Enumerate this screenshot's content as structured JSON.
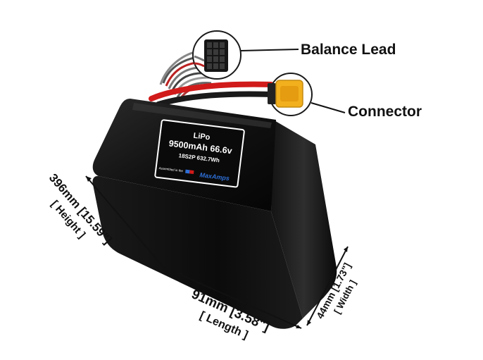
{
  "callouts": {
    "balance_lead": "Balance Lead",
    "connector": "Connector"
  },
  "label": {
    "chemistry": "LiPo",
    "capacity_voltage": "9500mAh 66.6v",
    "config_energy": "18S2P 632.7Wh",
    "assembled": "Assembled in the",
    "brand": "MaxAmps"
  },
  "dimensions": {
    "height_value": "396mm [15.59\"]",
    "height_label": "[ Height ]",
    "length_value": "91mm [3.58\"]",
    "length_label": "[ Length ]",
    "width_value": "44mm [1.73\"]",
    "width_label": "[ Width ]"
  },
  "colors": {
    "battery_body": "#0a0a0a",
    "wire_red": "#d11a1a",
    "connector_yellow": "#f2b01e",
    "label_border": "#ffffff",
    "label_text": "#ffffff",
    "label_accent": "#2d6fd6"
  }
}
